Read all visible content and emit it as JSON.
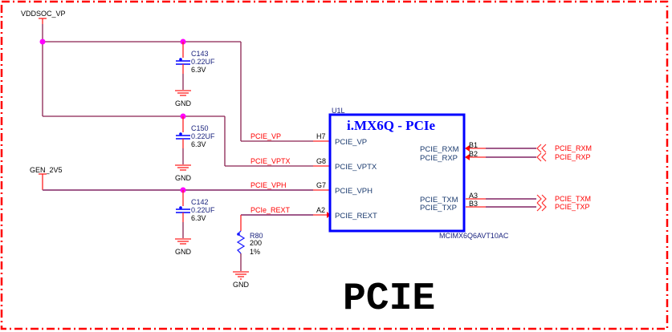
{
  "sheet": {
    "title": "PCIE",
    "border_color": "#ff0000"
  },
  "power": {
    "vddsoc": "VDDSOC_VP",
    "gen2v5": "GEN_2V5",
    "gnd": "GND"
  },
  "capacitors": [
    {
      "ref": "C143",
      "value": "0.22UF",
      "voltage": "6.3V"
    },
    {
      "ref": "C150",
      "value": "0.22UF",
      "voltage": "6.3V"
    },
    {
      "ref": "C142",
      "value": "0.22UF",
      "voltage": "6.3V"
    }
  ],
  "resistor": {
    "ref": "R80",
    "value": "200",
    "tolerance": "1%"
  },
  "ic": {
    "ref": "U1L",
    "title": "i.MX6Q - PCIe",
    "part": "MCIMX6Q6AVT10AC",
    "left_pins": [
      {
        "num": "H7",
        "name": "PCIE_VP",
        "net": "PCIE_VP"
      },
      {
        "num": "G8",
        "name": "PCIE_VPTX",
        "net": "PCIE_VPTX"
      },
      {
        "num": "G7",
        "name": "PCIE_VPH",
        "net": "PCIE_VPH"
      },
      {
        "num": "A2",
        "name": "PCIE_REXT",
        "net": "PCIe_REXT"
      }
    ],
    "right_pins": [
      {
        "num": "B1",
        "name": "PCIE_RXM",
        "net": "PCIE_RXM"
      },
      {
        "num": "B2",
        "name": "PCIE_RXP",
        "net": "PCIE_RXP"
      },
      {
        "num": "A3",
        "name": "PCIE_TXM",
        "net": "PCIE_TXM"
      },
      {
        "num": "B3",
        "name": "PCIE_TXP",
        "net": "PCIE_TXP"
      }
    ]
  }
}
